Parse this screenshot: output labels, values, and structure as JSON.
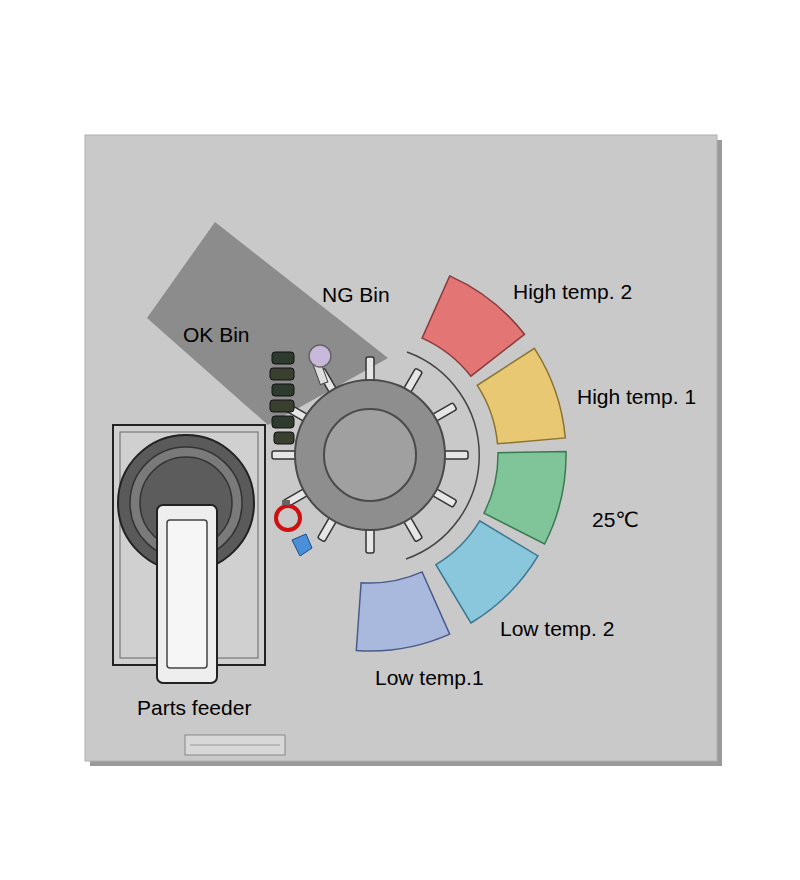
{
  "diagram": {
    "nodes": [
      {
        "text": [
          "OK Bin"
        ]
      }
    ],
    "labels": [
      "NG Bin",
      "High temp. 2",
      "High temp. 1",
      "25℃",
      "Low temp. 2",
      "Low temp.1",
      "Parts feeder"
    ]
  }
}
